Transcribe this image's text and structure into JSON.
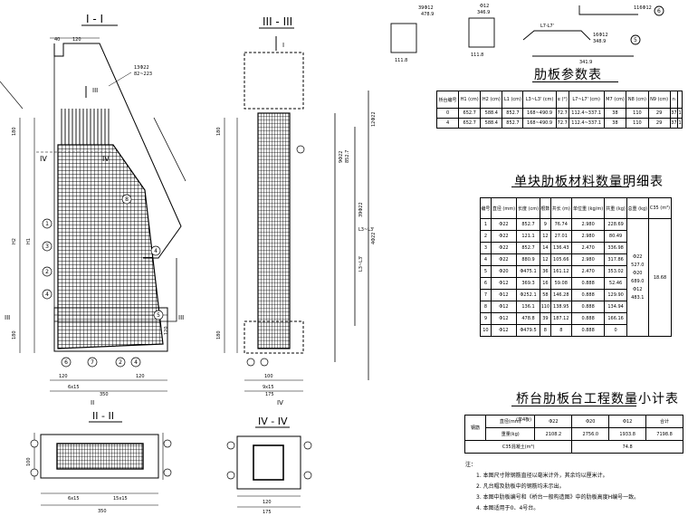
{
  "drawing": {
    "section_I": "I - I",
    "section_III": "III - III",
    "section_II": "II - II",
    "section_IV": "IV - IV",
    "dim_350": "350",
    "dim_100": "100",
    "dim_120": "120",
    "dim_180": "180",
    "dim_175": "175",
    "dim_40": "40",
    "dim_6x15": "6x15",
    "dim_9x15": "9x15",
    "dim_15x15": "15x15",
    "lbl_IV": "IV",
    "lbl_III": "III",
    "lbl_I": "I",
    "lbl_II": "II",
    "rebar_1": "1",
    "rebar_2": "2",
    "rebar_3": "3",
    "rebar_4": "4",
    "rebar_5": "5",
    "rebar_6": "6",
    "rebar_7": "7",
    "rebar_8": "8",
    "rebar_9": "9",
    "rebar_10": "10",
    "top_call_1": "39Φ12",
    "top_call_1b": "478.9",
    "top_call_2": "Φ12",
    "top_call_2b": "346.9",
    "top_call_3": "L7-L7'",
    "top_call_4": "341.9",
    "top_call_5": "16Φ12",
    "top_call_5b": "348.9",
    "top_call_6": "116Φ12",
    "dim_111_8": "111.8"
  },
  "table1": {
    "title": "肋板参数表",
    "headers": [
      "桥台编号",
      "H1 (cm)",
      "H2 (cm)",
      "L1 (cm)",
      "L3~L3' (cm)",
      "α (°)",
      "L7~L7' (cm)",
      "M7 (cm)",
      "N8 (cm)",
      "N9 (cm)",
      "n",
      ""
    ],
    "rows": [
      [
        "0",
        "652.7",
        "588.4",
        "852.7",
        "168~490.9",
        "72.7",
        "112.4~337.1",
        "38",
        "110",
        "29",
        "37",
        "1"
      ],
      [
        "4",
        "652.7",
        "588.4",
        "852.7",
        "168~490.9",
        "72.7",
        "112.4~337.1",
        "38",
        "110",
        "29",
        "37",
        "1"
      ]
    ]
  },
  "table2": {
    "title": "单块肋板材料数量明细表",
    "headers": [
      "编号",
      "直径 (mm)",
      "长度 (cm)",
      "根数",
      "共长 (m)",
      "单位重 (kg/m)",
      "共重 (kg)",
      "总重 (kg)",
      "C35 (m³)"
    ],
    "rows": [
      [
        "1",
        "Φ22",
        "852.7",
        "9",
        "76.74",
        "2.980",
        "228.69"
      ],
      [
        "2",
        "Φ22",
        "121.1",
        "12",
        "27.01",
        "2.980",
        "80.49"
      ],
      [
        "3",
        "Φ22",
        "852.7",
        "14",
        "136.43",
        "2.470",
        "336.98"
      ],
      [
        "4",
        "Φ22",
        "880.9",
        "12",
        "105.66",
        "2.980",
        "317.86"
      ],
      [
        "5",
        "Φ20",
        "Φ475.1",
        "36",
        "161.12",
        "2.470",
        "353.02"
      ],
      [
        "6",
        "Φ12",
        "369.3",
        "16",
        "59.08",
        "0.888",
        "52.46"
      ],
      [
        "7",
        "Φ12",
        "Φ252.1",
        "58",
        "146.28",
        "0.888",
        "129.90"
      ],
      [
        "8",
        "Φ12",
        "136.1",
        "110",
        "138.95",
        "0.888",
        "134.94"
      ],
      [
        "9",
        "Φ12",
        "478.8",
        "39",
        "187.12",
        "0.888",
        "166.16"
      ],
      [
        "10",
        "Φ12",
        "Φ479.5",
        "8",
        "8",
        "0.888",
        "0"
      ]
    ],
    "totals": [
      "Φ22",
      "527.0",
      "Φ20",
      "689.0",
      "Φ12",
      "483.1"
    ],
    "concrete": "18.68"
  },
  "table3": {
    "title": "桥台肋板台工程数量小计表",
    "title_note": "(单4板)",
    "row_head": "钢筋",
    "headers": [
      "直径(mm)",
      "Φ22",
      "Φ20",
      "Φ12",
      "合计"
    ],
    "weights": [
      "重量(kg)",
      "2108.2",
      "2756.0",
      "1933.8",
      "7198.8"
    ],
    "concrete_label": "C35混凝土(m³)",
    "concrete_value": "74.8"
  },
  "notes": {
    "label": "注：",
    "items": [
      "1. 本图尺寸除钢筋直径以毫米计外，其余均以厘米计。",
      "2. 凡台帽及肋板中的钢筋均未示出。",
      "3. 本图中肋板编号和《桥台一般构造图》中的肋板高度H编号一致。",
      "4. 本图适用于0、4号台。"
    ]
  }
}
